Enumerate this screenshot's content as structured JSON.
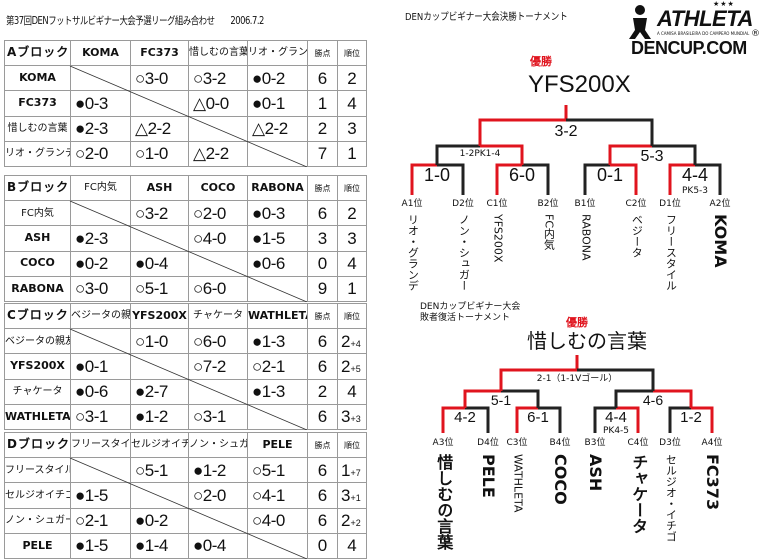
{
  "title": "第37回DENフットサルビギナー大会予選リーグ組み合わせ　　2006.7.2",
  "col_points": "勝点",
  "col_rank": "順位",
  "blocks": [
    {
      "name": "Aブロック",
      "teams": [
        "KOMA",
        "FC373",
        "惜しむの言葉",
        "リオ・グランデ"
      ],
      "rows": [
        {
          "team": "KOMA",
          "results": [
            "",
            "○3-0",
            "○3-2",
            "●0-2"
          ],
          "points": "6",
          "rank": "2",
          "rank_sub": ""
        },
        {
          "team": "FC373",
          "results": [
            "●0-3",
            "",
            "△0-0",
            "●0-1"
          ],
          "points": "1",
          "rank": "4",
          "rank_sub": ""
        },
        {
          "team": "惜しむの言葉",
          "results": [
            "●2-3",
            "△2-2",
            "",
            "△2-2"
          ],
          "points": "2",
          "rank": "3",
          "rank_sub": ""
        },
        {
          "team": "リオ・グランデ",
          "results": [
            "○2-0",
            "○1-0",
            "△2-2",
            ""
          ],
          "points": "7",
          "rank": "1",
          "rank_sub": ""
        }
      ]
    },
    {
      "name": "Bブロック",
      "teams": [
        "FC内気",
        "ASH",
        "COCO",
        "RABONA"
      ],
      "rows": [
        {
          "team": "FC内気",
          "results": [
            "",
            "○3-2",
            "○2-0",
            "●0-3"
          ],
          "points": "6",
          "rank": "2",
          "rank_sub": ""
        },
        {
          "team": "ASH",
          "results": [
            "●2-3",
            "",
            "○4-0",
            "●1-5"
          ],
          "points": "3",
          "rank": "3",
          "rank_sub": ""
        },
        {
          "team": "COCO",
          "results": [
            "●0-2",
            "●0-4",
            "",
            "●0-6"
          ],
          "points": "0",
          "rank": "4",
          "rank_sub": ""
        },
        {
          "team": "RABONA",
          "results": [
            "○3-0",
            "○5-1",
            "○6-0",
            ""
          ],
          "points": "9",
          "rank": "1",
          "rank_sub": ""
        }
      ]
    },
    {
      "name": "Cブロック",
      "teams": [
        "ベジータの親友",
        "YFS200X",
        "チャケータ",
        "WATHLETA"
      ],
      "rows": [
        {
          "team": "ベジータの親友",
          "results": [
            "",
            "○1-0",
            "○6-0",
            "●1-3"
          ],
          "points": "6",
          "rank": "2",
          "rank_sub": "+4"
        },
        {
          "team": "YFS200X",
          "results": [
            "●0-1",
            "",
            "○7-2",
            "○2-1"
          ],
          "points": "6",
          "rank": "2",
          "rank_sub": "+5"
        },
        {
          "team": "チャケータ",
          "results": [
            "●0-6",
            "●2-7",
            "",
            "●1-3"
          ],
          "points": "2",
          "rank": "4",
          "rank_sub": ""
        },
        {
          "team": "WATHLETA",
          "results": [
            "○3-1",
            "●1-2",
            "○3-1",
            ""
          ],
          "points": "6",
          "rank": "3",
          "rank_sub": "+3"
        }
      ]
    },
    {
      "name": "Dブロック",
      "teams": [
        "フリースタイル",
        "セルジオイチゴ",
        "ノン・シュガー",
        "PELE"
      ],
      "rows": [
        {
          "team": "フリースタイル",
          "results": [
            "",
            "○5-1",
            "●1-2",
            "○5-1"
          ],
          "points": "6",
          "rank": "1",
          "rank_sub": "+7"
        },
        {
          "team": "セルジオイチゴ",
          "results": [
            "●1-5",
            "",
            "○2-0",
            "○4-1"
          ],
          "points": "6",
          "rank": "3",
          "rank_sub": "+1"
        },
        {
          "team": "ノン・シュガー",
          "results": [
            "○2-1",
            "●0-2",
            "",
            "○4-0"
          ],
          "points": "6",
          "rank": "2",
          "rank_sub": "+2"
        },
        {
          "team": "PELE",
          "results": [
            "●1-5",
            "●1-4",
            "●0-4",
            ""
          ],
          "points": "0",
          "rank": "4",
          "rank_sub": ""
        }
      ]
    }
  ],
  "logo": {
    "brand": "ATHLETA",
    "stars": "★★★",
    "tagline": "A CAMISA BRASILEIRA DO CAMPEÃO MUNDIAL",
    "site": "DENCUP.COM",
    "reg": "®"
  },
  "main_bracket": {
    "title": "DENカップビギナー大会決勝トーナメント",
    "champion_label": "優勝",
    "champion": "YFS200X",
    "final": "3-2",
    "semi_left": "1-2PK1-4",
    "semi_right": "5-3",
    "qf": [
      {
        "score": "1-0",
        "pk": ""
      },
      {
        "score": "6-0",
        "pk": ""
      },
      {
        "score": "0-1",
        "pk": ""
      },
      {
        "score": "4-4",
        "pk": "PK5-3"
      }
    ],
    "slots": [
      {
        "pos": "A1位",
        "team": "リオ・グランデ"
      },
      {
        "pos": "D2位",
        "team": "ノン・シュガー"
      },
      {
        "pos": "C1位",
        "team": "YFS200X"
      },
      {
        "pos": "B2位",
        "team": "FC内気"
      },
      {
        "pos": "B1位",
        "team": "RABONA"
      },
      {
        "pos": "C2位",
        "team": "ベジータ"
      },
      {
        "pos": "D1位",
        "team": "フリースタイル"
      },
      {
        "pos": "A2位",
        "team": "KOMA"
      }
    ]
  },
  "consolation_bracket": {
    "title_line1": "DENカップビギナー大会",
    "title_line2": "敗者復活トーナメント",
    "champion_label": "優勝",
    "champion": "惜しむの言葉",
    "final": "2-1（1-1Vゴール）",
    "semi_left": "5-1",
    "semi_right": "4-6",
    "qf": [
      {
        "score": "4-2",
        "pk": ""
      },
      {
        "score": "6-1",
        "pk": ""
      },
      {
        "score": "4-4",
        "pk": "PK4-5"
      },
      {
        "score": "1-2",
        "pk": ""
      }
    ],
    "slots": [
      {
        "pos": "A3位",
        "team": "惜しむの言葉"
      },
      {
        "pos": "D4位",
        "team": "PELE"
      },
      {
        "pos": "C3位",
        "team": "WATHLETA"
      },
      {
        "pos": "B4位",
        "team": "COCO"
      },
      {
        "pos": "B3位",
        "team": "ASH"
      },
      {
        "pos": "C4位",
        "team": "チャケータ"
      },
      {
        "pos": "D3位",
        "team": "セルジオ・イチゴ"
      },
      {
        "pos": "A4位",
        "team": "FC373"
      }
    ]
  },
  "colors": {
    "winner_line": "#e0141e",
    "line": "#222222"
  }
}
